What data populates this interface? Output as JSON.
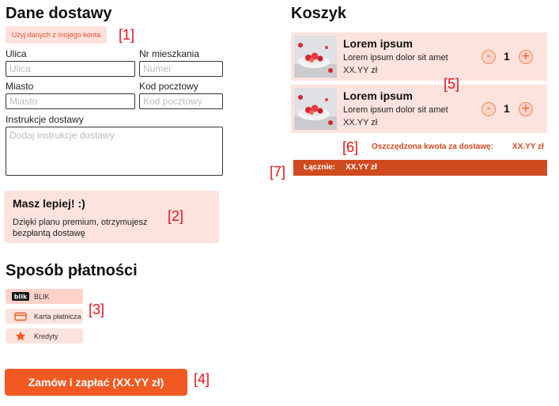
{
  "delivery": {
    "title": "Dane dostawy",
    "use_account_label": "Użyj danych z mojego konta",
    "marker": "[1]",
    "street_label": "Ulica",
    "street_placeholder": "Ulica",
    "apt_label": "Nr mieszkania",
    "apt_placeholder": "Numer",
    "city_label": "Miasto",
    "city_placeholder": "Miasto",
    "zip_label": "Kod pocztowy",
    "zip_placeholder": "Kod pocztowy",
    "instructions_label": "Instrukcje dostawy",
    "instructions_placeholder": "Dodaj instrukcje dostawy"
  },
  "promo": {
    "title": "Masz lepiej! :)",
    "text_line1": "Dzięki planu premium, otrzymujesz",
    "text_line2": "bezpłantą dostawę",
    "marker": "[2]"
  },
  "payment": {
    "title": "Sposób płatności",
    "marker": "[3]",
    "methods": [
      {
        "label": "BLIK",
        "icon": "blik-logo"
      },
      {
        "label": "Karta płatnicza",
        "icon": "card-icon"
      },
      {
        "label": "Kredyty",
        "icon": "star-icon"
      }
    ]
  },
  "order_button": {
    "label": "Zamów i zapłać (XX.YY zł)",
    "marker": "[4]"
  },
  "cart": {
    "title": "Koszyk",
    "marker_items": "[5]",
    "items": [
      {
        "name": "Lorem ipsum",
        "desc": "Lorem ipsum dolor sit amet",
        "price": "XX.YY zł",
        "qty": "1"
      },
      {
        "name": "Lorem ipsum",
        "desc": "Lorem ipsum dolor sit amet",
        "price": "XX.YY zł",
        "qty": "1"
      }
    ],
    "savings_marker": "[6]",
    "savings_label": "Oszczędzona kwota za dostawę:",
    "savings_value": "XX.YY zł",
    "total_marker": "[7]",
    "total_label": "Łącznie:",
    "total_value": "XX.YY zł"
  },
  "colors": {
    "accent": "#f05a22",
    "light_pink": "#fde3de",
    "total_bar": "#d04a1f",
    "marker_red": "#e8111a"
  }
}
